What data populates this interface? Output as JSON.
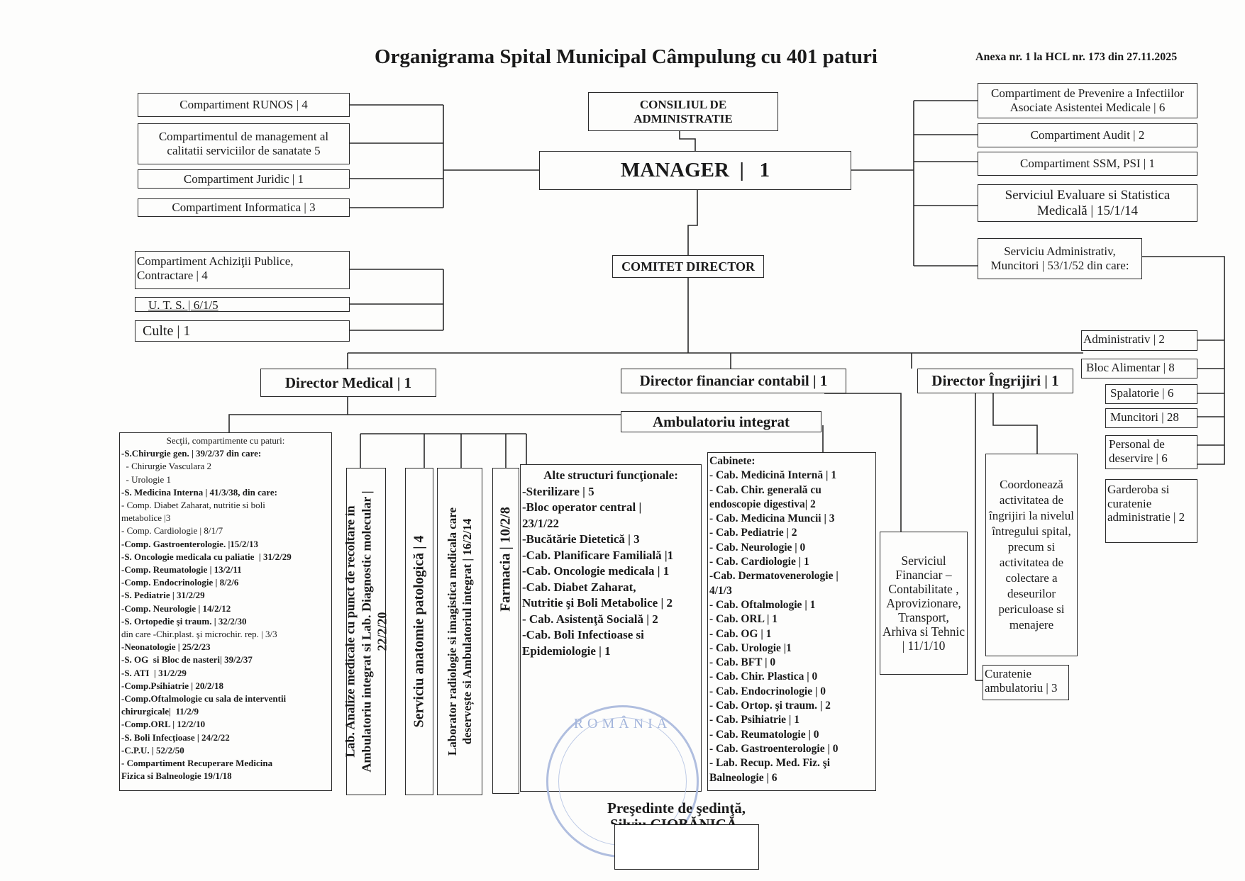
{
  "header": {
    "title": "Organigrama Spital Municipal Câmpulung cu 401 paturi",
    "annex": "Anexa nr. 1 la HCL nr. 173 din 27.11.2025"
  },
  "top": {
    "consiliu": "CONSILIUL DE ADMINISTRATIE",
    "manager": "MANAGER  |   1",
    "comitet": "COMITET DIRECTOR"
  },
  "left_boxes": [
    "Compartiment RUNOS  |  4",
    "Compartimentul de management al calitatii serviciilor de sanatate 5",
    "Compartiment Juridic | 1",
    "Compartiment  Informatica | 3",
    "Compartiment Achiziţii Publice, Contractare | 4",
    "U. T. S. | 6/1/5",
    "Culte | 1"
  ],
  "right_boxes": [
    "Compartiment de Prevenire a Infectiilor Asociate Asistentei Medicale  | 6",
    "Compartiment Audit | 2",
    "Compartiment SSM, PSI | 1",
    "Serviciul  Evaluare si Statistica Medicală  | 15/1/14",
    "Serviciu Administrativ, Muncitori | 53/1/52 din care:"
  ],
  "admin_sub": [
    "Administrativ | 2",
    "Bloc Alimentar | 8",
    "Spalatorie | 6",
    "Muncitori | 28",
    "Personal  de deservire | 6",
    "Garderoba si curatenie administratie | 2"
  ],
  "directors": {
    "medical": "Director Medical | 1",
    "financiar": "Director financiar contabil | 1",
    "ingrijiri": "Director Îngrijiri | 1",
    "ambulatoriu": "Ambulatoriu integrat"
  },
  "sectii": {
    "heading": "Secţii, compartimente cu paturi:",
    "items": [
      "-S.Chirurgie gen. | 39/2/37 din care:",
      "  - Chirurgie Vasculara 2",
      "  - Urologie 1",
      "-S. Medicina Interna | 41/3/38, din care:",
      "- Comp. Diabet Zaharat, nutritie si boli",
      "metabolice |3",
      "- Comp. Cardiologie | 8/1/7",
      "-Comp. Gastroenterologie. |15/2/13",
      "-S. Oncologie medicala cu paliatie  | 31/2/29",
      "-Comp. Reumatologie | 13/2/11",
      "-Comp. Endocrinologie | 8/2/6",
      "-S. Pediatrie | 31/2/29",
      "-Comp. Neurologie | 14/2/12",
      "-S. Ortopedie şi traum. | 32/2/30",
      "din care -Chir.plast. şi microchir. rep. | 3/3",
      "-Neonatologie | 25/2/23",
      "-S. OG  si Bloc de nasteri| 39/2/37",
      "-S. ATI  | 31/2/29",
      "-Comp.Psihiatrie | 20/2/18",
      "-Comp.Oftalmologie cu sala de interventii",
      "chirurgicale|  11/2/9",
      "-Comp.ORL | 12/2/10",
      "-S. Boli Infecţioase | 24/2/22",
      "-C.P.U. | 52/2/50",
      "- Compartiment Recuperare Medicina",
      "Fizica si Balneologie 19/1/18"
    ]
  },
  "vertical_units": {
    "lab_analize_1": "Lab. Analize medicale cu punct de recoltare in",
    "lab_analize_2": "Ambulatoriu integrat si Lab. Diagnostic molecular |",
    "lab_analize_3": "22/2/20",
    "anatomie": "Serviciu anatomie patologică | 4",
    "radiologie_1": "Laborator radiologie si imagistica   medicala care",
    "radiologie_2": "deservește si Ambulatoriul integrat | 16/2/14",
    "farmacia": "Farmacia | 10/2/8"
  },
  "alte_structuri": {
    "heading": "Alte structuri funcţionale:",
    "items": [
      "-Sterilizare | 5",
      "-Bloc operator central |",
      "23/1/22",
      "-Bucătărie Dietetică | 3",
      "-Cab. Planificare Familială |1",
      "-Cab. Oncologie medicala | 1",
      "-Cab. Diabet Zaharat,",
      "Nutritie şi Boli Metabolice | 2",
      "- Cab. Asistenţă Socială | 2",
      "-Cab. Boli Infectioase si",
      "Epidemiologie | 1"
    ]
  },
  "cabinete": {
    "heading": "Cabinete:",
    "items": [
      "- Cab. Medicină Internă | 1",
      "- Cab. Chir. generală cu",
      "endoscopie digestiva| 2",
      "- Cab. Medicina Muncii | 3",
      "- Cab. Pediatrie | 2",
      "- Cab. Neurologie | 0",
      "- Cab. Cardiologie | 1",
      "-Cab. Dermatovenerologie |",
      "4/1/3",
      "- Cab. Oftalmologie | 1",
      "- Cab. ORL | 1",
      "- Cab. OG | 1",
      "- Cab. Urologie |1",
      "- Cab. BFT | 0",
      "- Cab. Chir. Plastica | 0",
      "- Cab. Endocrinologie | 0",
      "- Cab. Ortop. şi traum. | 2",
      "- Cab. Psihiatrie | 1",
      "- Cab. Reumatologie | 0",
      "- Cab. Gastroenterologie | 0",
      "- Lab. Recup. Med. Fiz. şi",
      "Balneologie | 6"
    ]
  },
  "serviciul_financiar": "Serviciul Financiar – Contabilitate , Aprovizionare, Transport, Arhiva si Tehnic | 11/1/10",
  "coordoneaza": "Coordonează activitatea de îngrijiri la nivelul întregului spital, precum si activitatea de colectare a deseurilor periculoase si menajere",
  "curatenie": "Curatenie ambulatoriu | 3",
  "footer": {
    "presedinte": "Preşedinte de şedinţă,",
    "nume": "Silviu CIOBĂNICĂ",
    "stamp_text": "ROMÂNIA"
  }
}
